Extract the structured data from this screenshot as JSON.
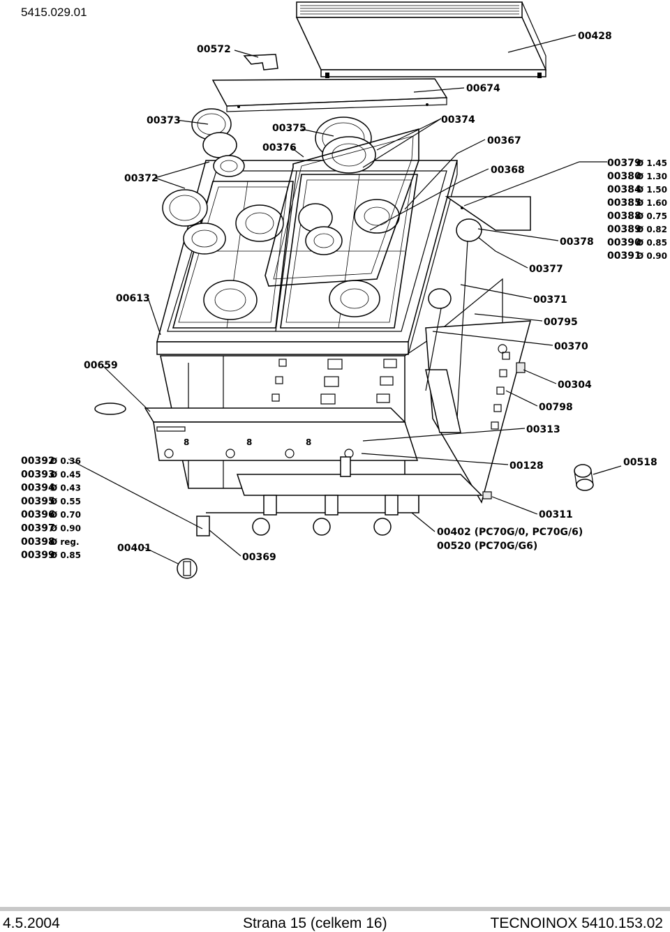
{
  "doc_code": "5415.029.01",
  "footer": {
    "date": "4.5.2004",
    "page": "Strana 15 (celkem 16)",
    "brand": "TECNOINOX 5410.153.02"
  },
  "labels": {
    "p00572": "00572",
    "p00428": "00428",
    "p00674": "00674",
    "p00373": "00373",
    "p00375": "00375",
    "p00374": "00374",
    "p00376": "00376",
    "p00367": "00367",
    "p00372": "00372",
    "p00368": "00368",
    "p00378": "00378",
    "p00377": "00377",
    "p00613": "00613",
    "p00371": "00371",
    "p00795": "00795",
    "p00370": "00370",
    "p00659": "00659",
    "p00304": "00304",
    "p00798": "00798",
    "p00313": "00313",
    "p00128": "00128",
    "p00518": "00518",
    "p00311": "00311",
    "p00369": "00369",
    "p00401": "00401",
    "p00402": "00402 (PC70G/0, PC70G/6)",
    "p00520": "00520 (PC70G/G6)"
  },
  "injectors_right": [
    {
      "code": "00379",
      "dia": "Ø 1.45"
    },
    {
      "code": "00380",
      "dia": "Ø 1.30"
    },
    {
      "code": "00384",
      "dia": "Ø 1.50"
    },
    {
      "code": "00385",
      "dia": "Ø 1.60"
    },
    {
      "code": "00388",
      "dia": "Ø 0.75"
    },
    {
      "code": "00389",
      "dia": "Ø 0.82"
    },
    {
      "code": "00390",
      "dia": "Ø 0.85"
    },
    {
      "code": "00391",
      "dia": "Ø 0.90"
    }
  ],
  "injectors_left": [
    {
      "code": "00392",
      "dia": "Ø 0.36"
    },
    {
      "code": "00393",
      "dia": "Ø 0.45"
    },
    {
      "code": "00394",
      "dia": "Ø 0.43"
    },
    {
      "code": "00395",
      "dia": "Ø 0.55"
    },
    {
      "code": "00396",
      "dia": "Ø 0.70"
    },
    {
      "code": "00397",
      "dia": "Ø 0.90"
    },
    {
      "code": "00398",
      "dia": "Ø reg."
    },
    {
      "code": "00399",
      "dia": "Ø 0.85"
    }
  ],
  "panel_marks": "8"
}
